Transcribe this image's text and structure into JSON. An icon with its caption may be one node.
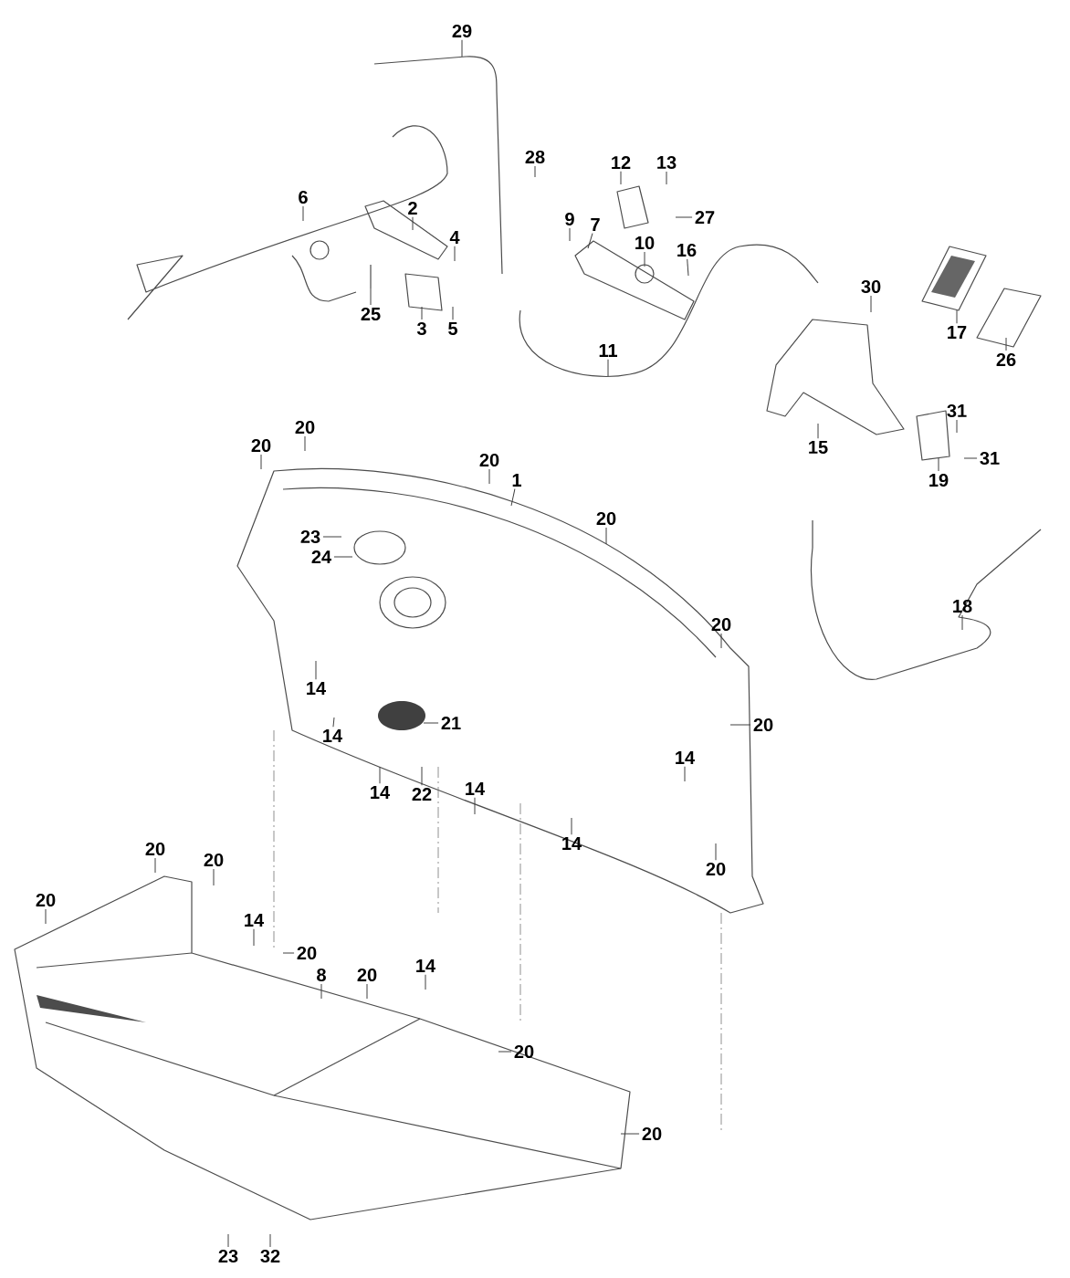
{
  "diagram": {
    "nodes": [
      {
        "text": [
          "29"
        ]
      },
      {
        "text": [
          "28"
        ]
      },
      {
        "text": [
          "12"
        ]
      },
      {
        "text": [
          "13"
        ]
      },
      {
        "text": [
          "6"
        ]
      },
      {
        "text": [
          "2"
        ]
      },
      {
        "text": [
          "9"
        ]
      },
      {
        "text": [
          "7"
        ]
      },
      {
        "text": [
          "27"
        ]
      },
      {
        "text": [
          "4"
        ]
      },
      {
        "text": [
          "10"
        ]
      },
      {
        "text": [
          "16"
        ]
      },
      {
        "text": [
          "30"
        ]
      },
      {
        "text": [
          "25"
        ]
      },
      {
        "text": [
          "3"
        ]
      },
      {
        "text": [
          "5"
        ]
      },
      {
        "text": [
          "17"
        ]
      },
      {
        "text": [
          "11"
        ]
      },
      {
        "text": [
          "26"
        ]
      },
      {
        "text": [
          "31"
        ]
      },
      {
        "text": [
          "20"
        ]
      },
      {
        "text": [
          "15"
        ]
      },
      {
        "text": [
          "20"
        ]
      },
      {
        "text": [
          "31"
        ]
      },
      {
        "text": [
          "20"
        ]
      },
      {
        "text": [
          "19"
        ]
      },
      {
        "text": [
          "1"
        ]
      },
      {
        "text": [
          "20"
        ]
      },
      {
        "text": [
          "23"
        ]
      },
      {
        "text": [
          "24"
        ]
      },
      {
        "text": [
          "18"
        ]
      },
      {
        "text": [
          "20"
        ]
      },
      {
        "text": [
          "14"
        ]
      },
      {
        "text": [
          "21"
        ]
      },
      {
        "text": [
          "20"
        ]
      },
      {
        "text": [
          "14"
        ]
      },
      {
        "text": [
          "14"
        ]
      },
      {
        "text": [
          "14"
        ]
      },
      {
        "text": [
          "22"
        ]
      },
      {
        "text": [
          "14"
        ]
      },
      {
        "text": [
          "14"
        ]
      },
      {
        "text": [
          "20"
        ]
      },
      {
        "text": [
          "20"
        ]
      },
      {
        "text": [
          "20"
        ]
      },
      {
        "text": [
          "20"
        ]
      },
      {
        "text": [
          "14"
        ]
      },
      {
        "text": [
          "20"
        ]
      },
      {
        "text": [
          "8"
        ]
      },
      {
        "text": [
          "20"
        ]
      },
      {
        "text": [
          "14"
        ]
      },
      {
        "text": [
          "20"
        ]
      },
      {
        "text": [
          "20"
        ]
      },
      {
        "text": [
          "23"
        ]
      },
      {
        "text": [
          "32"
        ]
      }
    ],
    "edges": [
      {
        "from": 0,
        "to": null,
        "arrow": "none"
      },
      {
        "from": 1,
        "to": null,
        "arrow": "none"
      },
      {
        "from": 2,
        "to": null,
        "arrow": "none"
      },
      {
        "from": 3,
        "to": null,
        "arrow": "none"
      },
      {
        "from": 4,
        "to": null,
        "arrow": "none"
      },
      {
        "from": 5,
        "to": null,
        "arrow": "none"
      },
      {
        "from": 6,
        "to": null,
        "arrow": "none"
      },
      {
        "from": 7,
        "to": null,
        "arrow": "none"
      },
      {
        "from": 8,
        "to": null,
        "arrow": "none"
      },
      {
        "from": 9,
        "to": null,
        "arrow": "none"
      },
      {
        "from": 10,
        "to": null,
        "arrow": "none"
      },
      {
        "from": 11,
        "to": null,
        "arrow": "none"
      },
      {
        "from": 12,
        "to": null,
        "arrow": "none"
      },
      {
        "from": 13,
        "to": null,
        "arrow": "none"
      },
      {
        "from": 14,
        "to": null,
        "arrow": "none"
      },
      {
        "from": 15,
        "to": null,
        "arrow": "none"
      },
      {
        "from": 16,
        "to": null,
        "arrow": "none"
      },
      {
        "from": 17,
        "to": null,
        "arrow": "none"
      },
      {
        "from": 18,
        "to": null,
        "arrow": "none"
      },
      {
        "from": 19,
        "to": null,
        "arrow": "none"
      },
      {
        "from": 20,
        "to": null,
        "arrow": "none"
      },
      {
        "from": 21,
        "to": null,
        "arrow": "none"
      },
      {
        "from": 22,
        "to": null,
        "arrow": "none"
      },
      {
        "from": 23,
        "to": null,
        "arrow": "none"
      },
      {
        "from": 24,
        "to": null,
        "arrow": "none"
      },
      {
        "from": 25,
        "to": null,
        "arrow": "none"
      },
      {
        "from": 26,
        "to": null,
        "arrow": "none"
      },
      {
        "from": 27,
        "to": null,
        "arrow": "none"
      },
      {
        "from": 28,
        "to": null,
        "arrow": "none"
      },
      {
        "from": 29,
        "to": null,
        "arrow": "none"
      },
      {
        "from": 30,
        "to": null,
        "arrow": "none"
      },
      {
        "from": 31,
        "to": null,
        "arrow": "none"
      },
      {
        "from": 32,
        "to": null,
        "arrow": "none"
      },
      {
        "from": 33,
        "to": null,
        "arrow": "none"
      },
      {
        "from": 34,
        "to": null,
        "arrow": "none"
      },
      {
        "from": 35,
        "to": null,
        "arrow": "none"
      },
      {
        "from": 36,
        "to": null,
        "arrow": "none"
      },
      {
        "from": 37,
        "to": null,
        "arrow": "none"
      },
      {
        "from": 38,
        "to": null,
        "arrow": "none"
      },
      {
        "from": 39,
        "to": null,
        "arrow": "none"
      },
      {
        "from": 40,
        "to": null,
        "arrow": "none"
      },
      {
        "from": 41,
        "to": null,
        "arrow": "none"
      },
      {
        "from": 42,
        "to": null,
        "arrow": "none"
      },
      {
        "from": 43,
        "to": null,
        "arrow": "none"
      },
      {
        "from": 44,
        "to": null,
        "arrow": "none"
      },
      {
        "from": 45,
        "to": null,
        "arrow": "none"
      },
      {
        "from": 46,
        "to": null,
        "arrow": "none"
      },
      {
        "from": 47,
        "to": null,
        "arrow": "none"
      },
      {
        "from": 48,
        "to": null,
        "arrow": "none"
      },
      {
        "from": 49,
        "to": null,
        "arrow": "none"
      },
      {
        "from": 50,
        "to": null,
        "arrow": "none"
      },
      {
        "from": 51,
        "to": null,
        "arrow": "none"
      },
      {
        "from": 52,
        "to": null,
        "arrow": "none"
      },
      {
        "from": 53,
        "to": null,
        "arrow": "none"
      }
    ]
  }
}
